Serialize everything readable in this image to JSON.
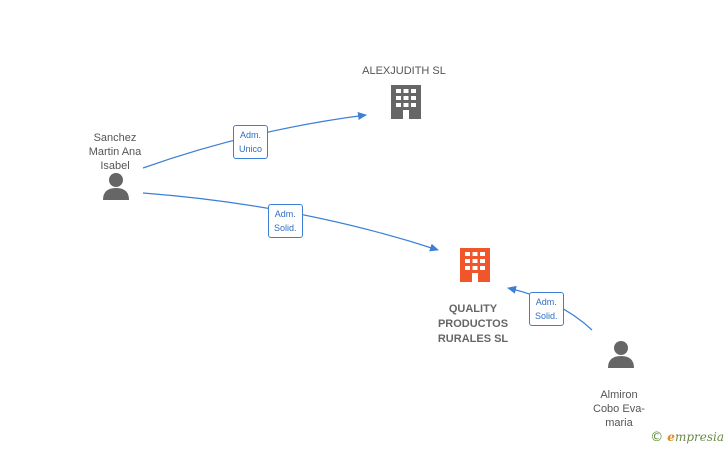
{
  "colors": {
    "edge": "#3d7fd6",
    "company": "#666666",
    "company_focus": "#f0562a",
    "person": "#666666"
  },
  "nodes": {
    "alexjudith": {
      "label": "ALEXJUDITH SL"
    },
    "quality": {
      "label": "QUALITY\nPRODUCTOS\nRURALES SL"
    },
    "sanchez": {
      "label": "Sanchez\nMartin Ana\nIsabel"
    },
    "almiron": {
      "label": "Almiron\nCobo Eva-\nmaria"
    }
  },
  "edges": {
    "e1": {
      "line1": "Adm.",
      "line2": "Unico"
    },
    "e2": {
      "line1": "Adm.",
      "line2": "Solid."
    },
    "e3": {
      "line1": "Adm.",
      "line2": "Solid."
    }
  },
  "brand": {
    "copyright": "©",
    "name_first": "e",
    "name_rest": "mpresia"
  }
}
